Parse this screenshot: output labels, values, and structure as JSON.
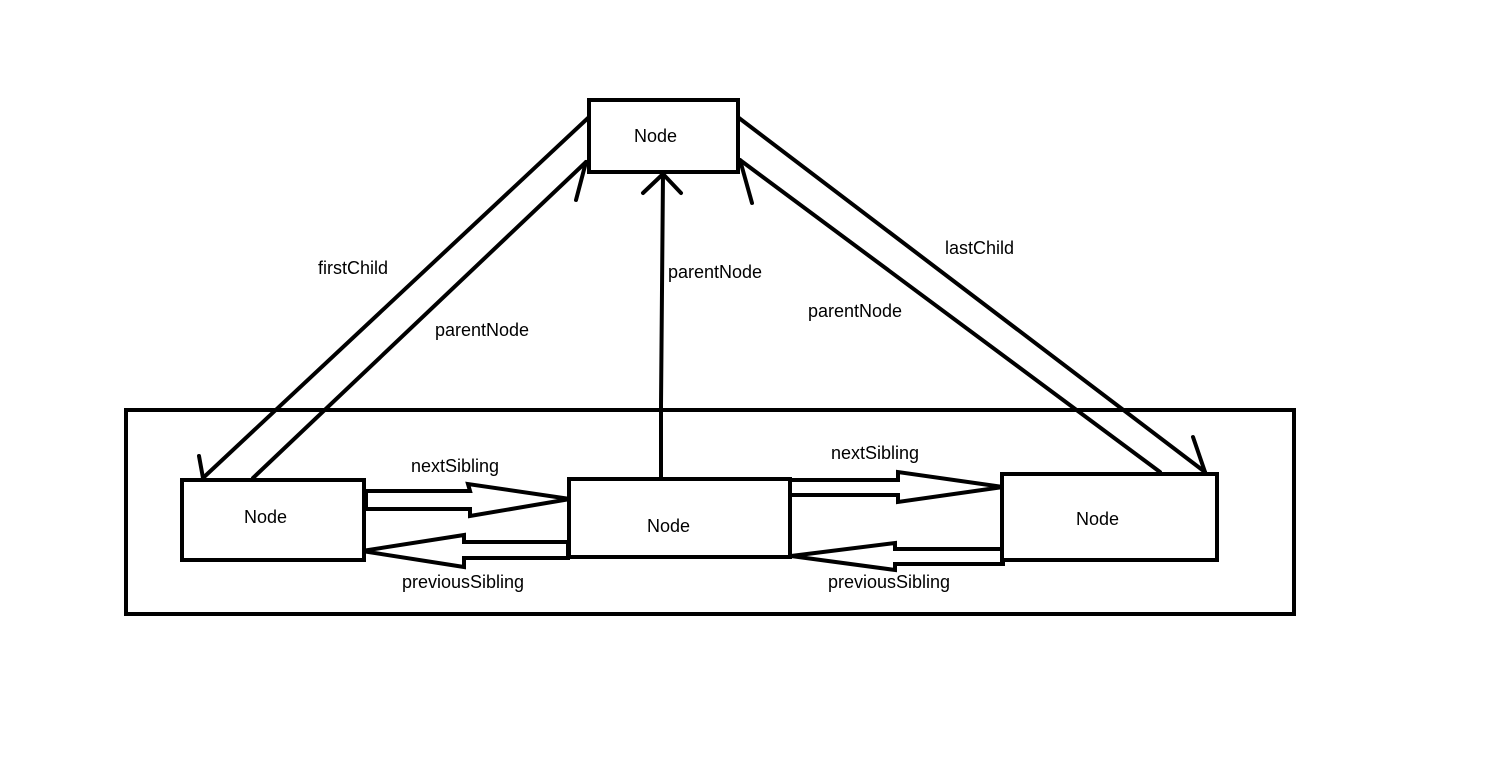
{
  "diagram": {
    "nodes": {
      "parent": {
        "label": "Node"
      },
      "first": {
        "label": "Node"
      },
      "middle": {
        "label": "Node"
      },
      "last": {
        "label": "Node"
      }
    },
    "edges": {
      "first_child": {
        "label": "firstChild"
      },
      "first_parent": {
        "label": "parentNode"
      },
      "middle_parent": {
        "label": "parentNode"
      },
      "last_child": {
        "label": "lastChild"
      },
      "last_parent": {
        "label": "parentNode"
      },
      "next_sibling_1": {
        "label": "nextSibling"
      },
      "previous_sibling_1": {
        "label": "previousSibling"
      },
      "next_sibling_2": {
        "label": "nextSibling"
      },
      "previous_sibling_2": {
        "label": "previousSibling"
      }
    },
    "colors": {
      "stroke": "#000000",
      "background": "#ffffff"
    }
  }
}
